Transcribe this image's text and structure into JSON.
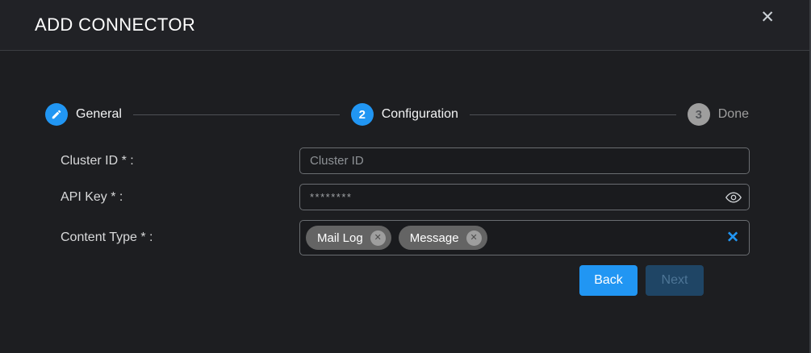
{
  "dialog": {
    "title": "ADD CONNECTOR",
    "close_icon": "✕"
  },
  "stepper": {
    "steps": [
      {
        "label": "General",
        "indicator": "",
        "icon": "pencil-icon",
        "state": "completed"
      },
      {
        "label": "Configuration",
        "indicator": "2",
        "state": "active"
      },
      {
        "label": "Done",
        "indicator": "3",
        "state": "pending"
      }
    ]
  },
  "form": {
    "cluster_id": {
      "label": "Cluster ID * :",
      "placeholder": "Cluster ID",
      "value": ""
    },
    "api_key": {
      "label": "API Key * :",
      "value": "********",
      "icon": "eye-icon"
    },
    "content_type": {
      "label": "Content Type * :",
      "tags": [
        {
          "label": "Mail Log",
          "remove_icon": "✕"
        },
        {
          "label": "Message",
          "remove_icon": "✕"
        }
      ],
      "clear_icon": "✕"
    }
  },
  "actions": {
    "back": "Back",
    "next": "Next"
  },
  "colors": {
    "accent": "#2196f3",
    "header_bg": "#212226",
    "body_bg": "#1d1e21",
    "input_border": "#6a6d71",
    "tag_bg": "#646464",
    "pending_step": "#9e9e9e",
    "disabled_button_bg": "#1f4565",
    "disabled_button_text": "#4d7596"
  }
}
